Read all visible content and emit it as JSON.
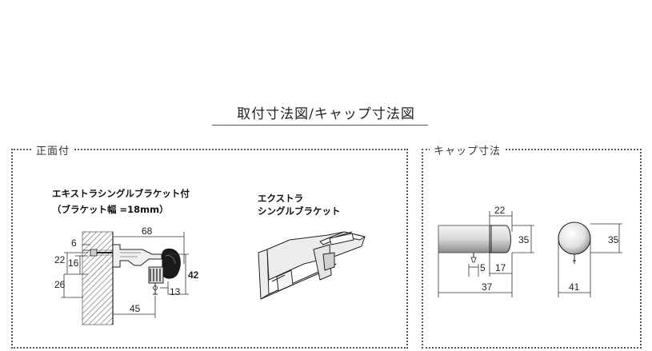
{
  "title": "取付寸法図/キャップ寸法図",
  "front_panel": {
    "label": "正面付",
    "caption_line1": "エキストラシングルブラケット付",
    "caption_line2": "（ブラケット幅 =18mm）",
    "product_line1": "エクストラ",
    "product_line2": "シングルブラケット",
    "dims": {
      "top_offset": "6",
      "width": "68",
      "left_outer": "22",
      "left_inner": "16",
      "lower": "26",
      "height": "42",
      "small": "13",
      "bottom": "45"
    }
  },
  "cap_panel": {
    "label": "キャップ寸法",
    "dims": {
      "top": "22",
      "side_height": "35",
      "screw": "5",
      "inner": "17",
      "length": "37",
      "front_height": "35",
      "diameter": "41"
    }
  },
  "colors": {
    "line": "#222222",
    "border": "#555555",
    "bracket_fill": "#eeeeee"
  }
}
